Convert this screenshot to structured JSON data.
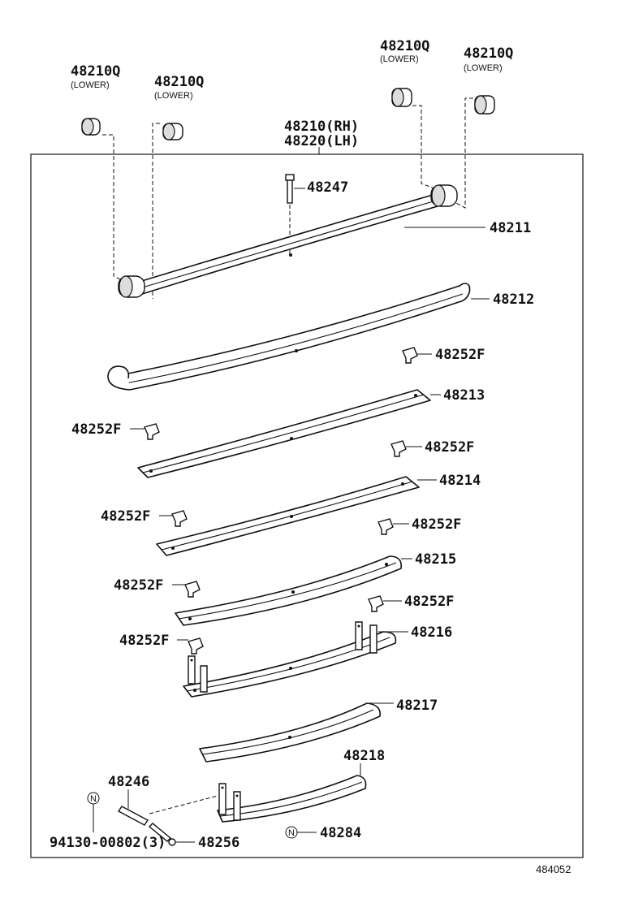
{
  "labels": {
    "bushing_1": "48210Q",
    "bushing_1_sub": "(LOWER)",
    "bushing_2": "48210Q",
    "bushing_2_sub": "(LOWER)",
    "bushing_3": "48210Q",
    "bushing_3_sub": "(LOWER)",
    "bushing_4": "48210Q",
    "bushing_4_sub": "(LOWER)",
    "assembly_rh": "48210(RH)",
    "assembly_lh": "48220(LH)",
    "bolt": "48247",
    "leaf_1": "48211",
    "leaf_2": "48212",
    "leaf_3": "48213",
    "leaf_4": "48214",
    "leaf_5": "48215",
    "leaf_6": "48216",
    "leaf_7": "48217",
    "leaf_8": "48218",
    "clip_1": "48252F",
    "clip_2": "48252F",
    "clip_3": "48252F",
    "clip_4": "48252F",
    "clip_5": "48252F",
    "clip_6": "48252F",
    "clip_7": "48252F",
    "clip_8": "48252F",
    "pin": "48246",
    "rivet": "48256",
    "rivet_spec": "94130-00802(3)",
    "note_mark_1": "N",
    "note_mark_2": "N",
    "silencer": "48284",
    "diagram_code": "484052"
  }
}
